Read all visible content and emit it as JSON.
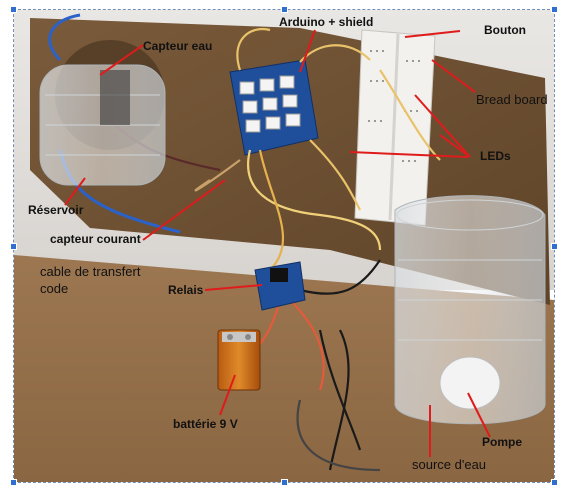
{
  "labels": {
    "capteur_eau": "Capteur eau",
    "arduino": "Arduino + shield",
    "bouton": "Bouton",
    "bread_board": "Bread board",
    "leds": "LEDs",
    "reservoir": "Réservoir",
    "capteur_courant": "capteur courant",
    "cable_line1": "cable de transfert",
    "cable_line2": "code",
    "relais": "Relais",
    "batterie": "battérie 9 V",
    "pompe": "Pompe",
    "source": "source d'eau"
  },
  "colors": {
    "arrow": "#e01b1b",
    "selection": "#2f6fd0",
    "cardboard": "#8b6a45",
    "table": "#a07a55"
  }
}
